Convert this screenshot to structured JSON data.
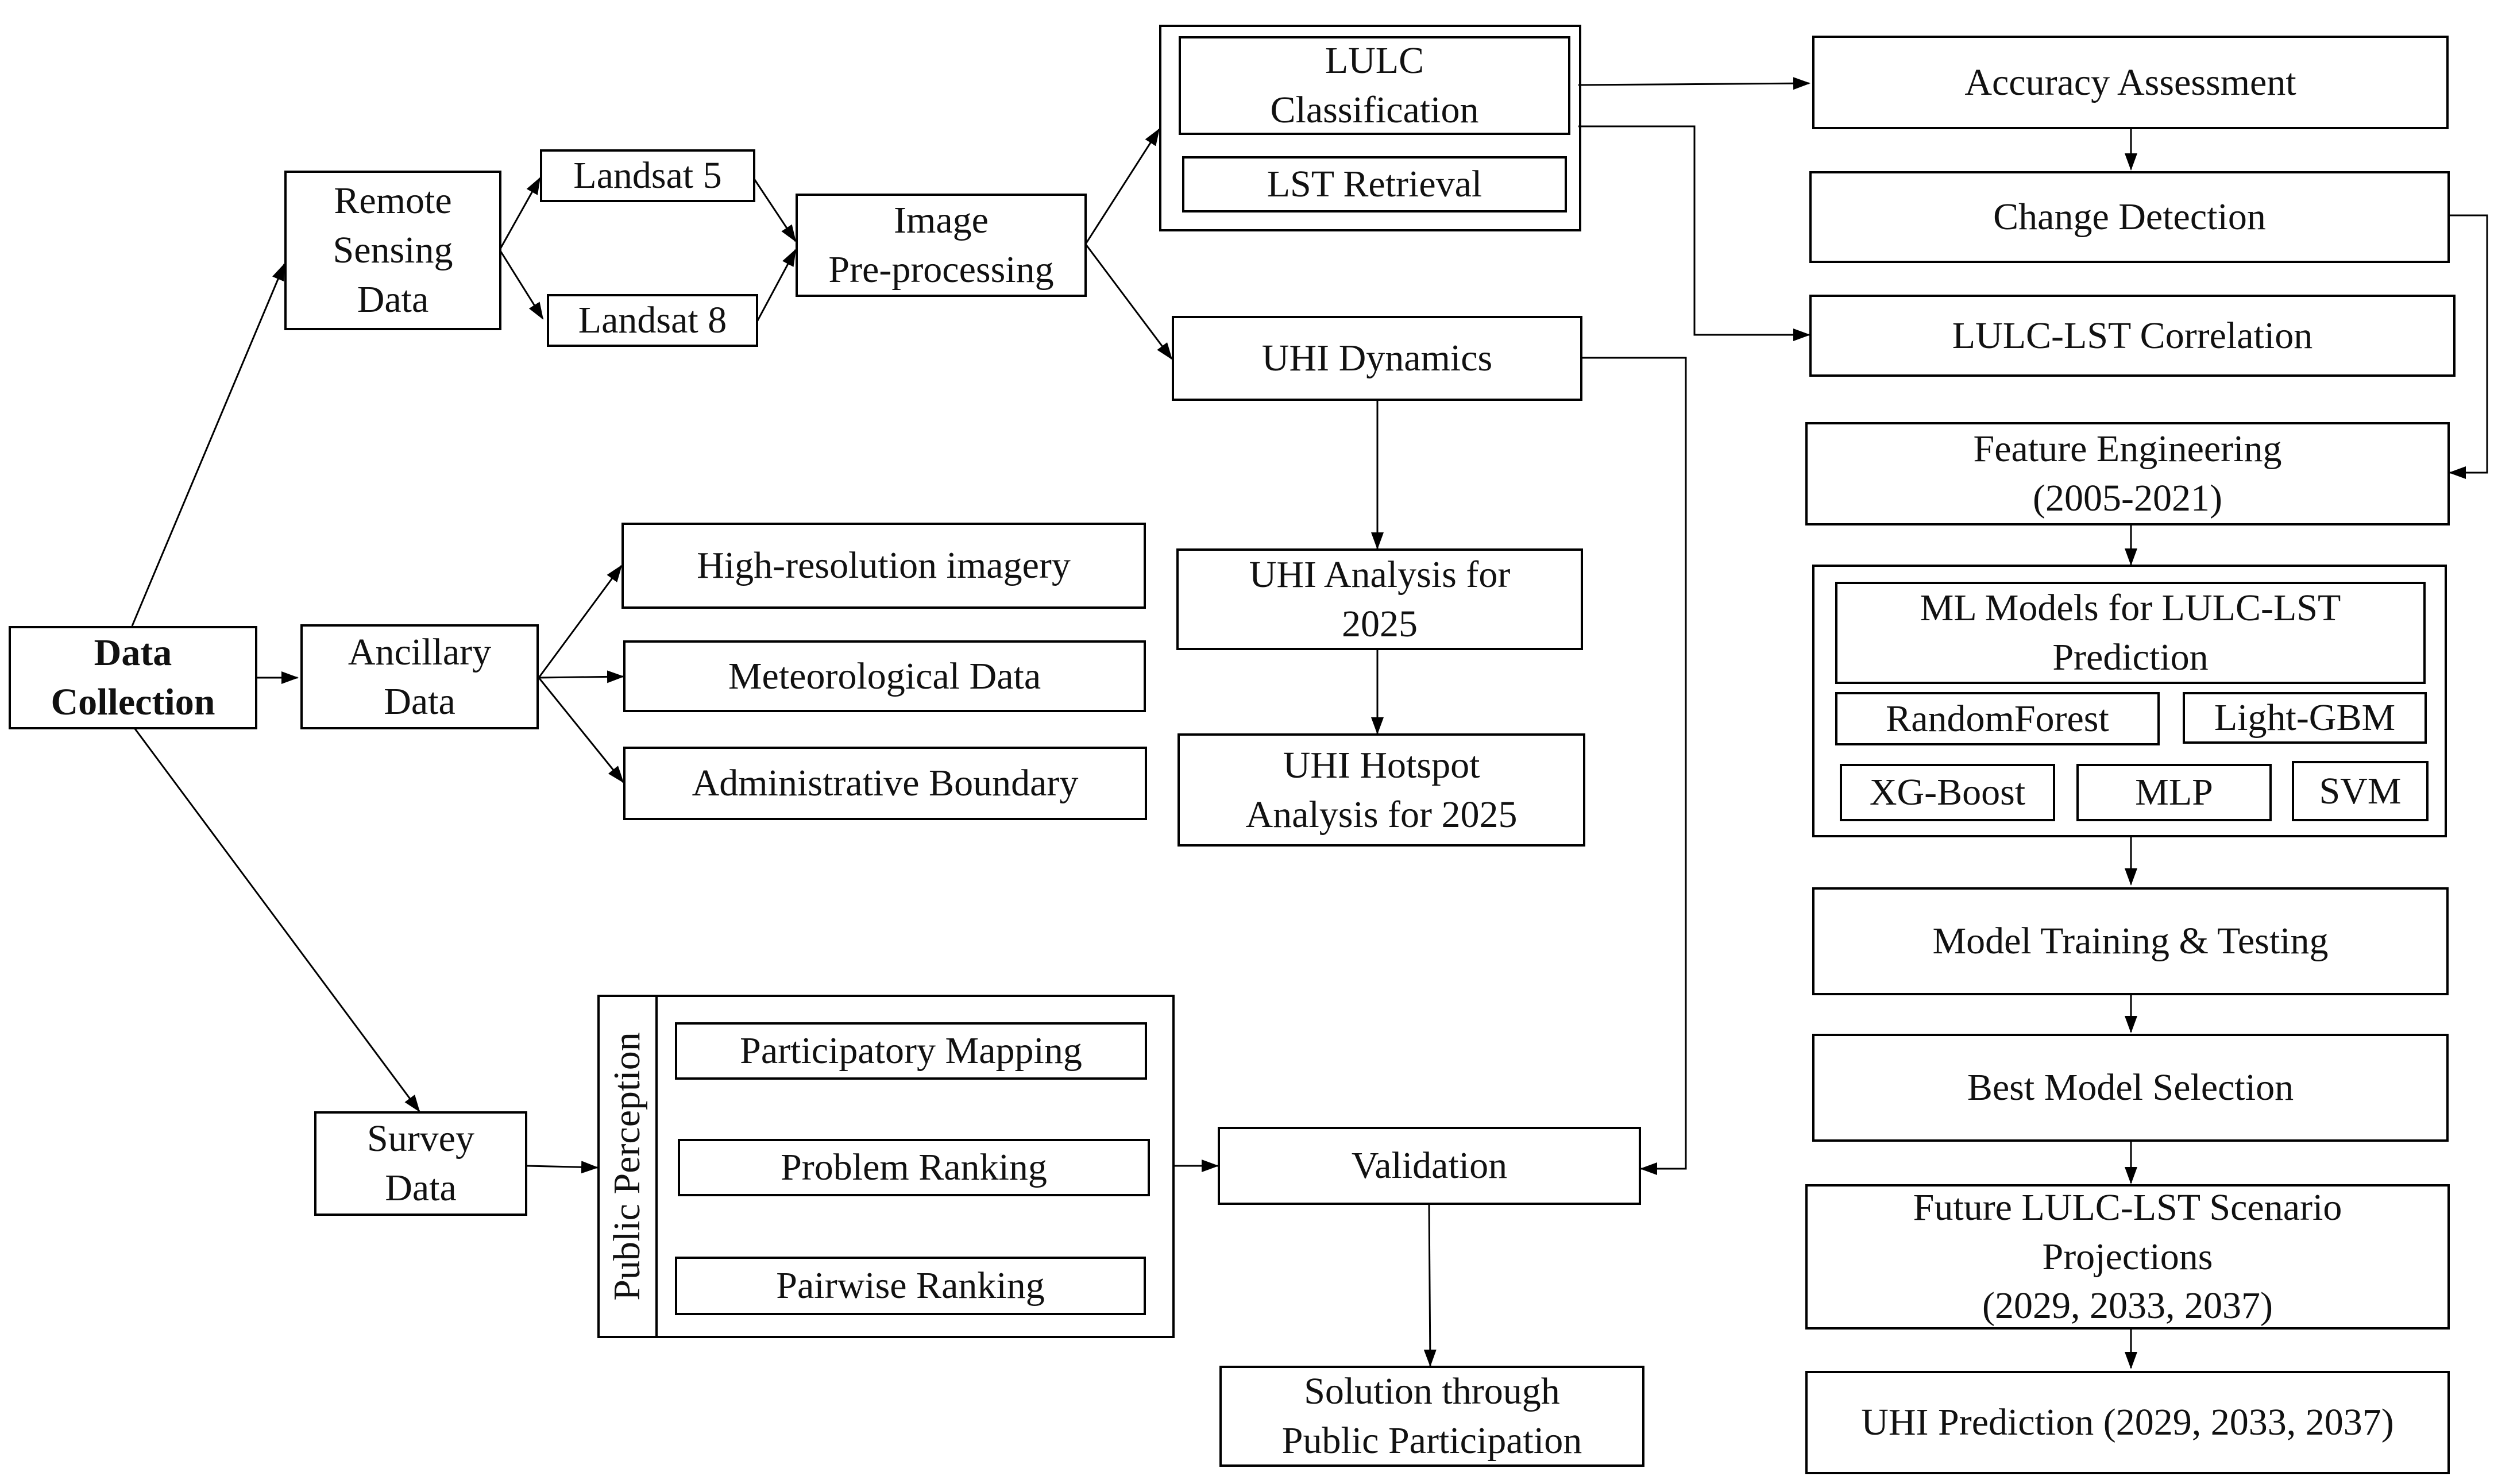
{
  "nodes": {
    "data_collection": "Data\nCollection",
    "remote_sensing": "Remote\nSensing\nData",
    "landsat5": "Landsat 5",
    "landsat8": "Landsat 8",
    "image_preprocessing": "Image\nPre-processing",
    "lulc_classification": "LULC\nClassification",
    "lst_retrieval": "LST Retrieval",
    "uhi_dynamics": "UHI Dynamics",
    "uhi_analysis_2025": "UHI Analysis for\n2025",
    "uhi_hotspot_2025": "UHI Hotspot\nAnalysis for 2025",
    "ancillary": "Ancillary\nData",
    "high_res_imagery": "High-resolution imagery",
    "meteorological": "Meteorological Data",
    "admin_boundary": "Administrative Boundary",
    "survey": "Survey\nData",
    "public_perception": "Public Perception",
    "participatory_mapping": "Participatory Mapping",
    "problem_ranking": "Problem Ranking",
    "pairwise_ranking": "Pairwise Ranking",
    "validation": "Validation",
    "solution": "Solution through\nPublic Participation",
    "accuracy": "Accuracy Assessment",
    "change_detection": "Change Detection",
    "lulc_lst_correlation": "LULC-LST Correlation",
    "feature_engineering": "Feature Engineering\n(2005-2021)",
    "ml_models": "ML Models for LULC-LST\nPrediction",
    "randomforest": "RandomForest",
    "lightgbm": "Light-GBM",
    "xgboost": "XG-Boost",
    "mlp": "MLP",
    "svm": "SVM",
    "model_training": "Model Training & Testing",
    "best_model": "Best Model Selection",
    "future_projections": "Future LULC-LST Scenario\nProjections\n(2029, 2033, 2037)",
    "uhi_prediction": "UHI Prediction (2029, 2033, 2037)"
  }
}
